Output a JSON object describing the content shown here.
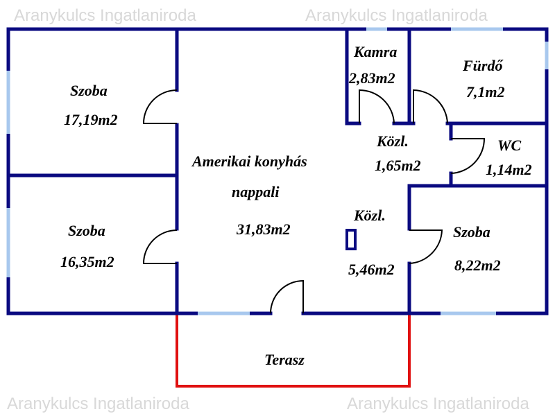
{
  "watermark": "Aranykulcs Ingatlaniroda",
  "rooms": [
    {
      "name": "Szoba",
      "area": "17,19m2"
    },
    {
      "name": "Szoba",
      "area": "16,35m2"
    },
    {
      "name": "Amerikai konyhás",
      "name2": "nappali",
      "area": "31,83m2"
    },
    {
      "name": "Kamra",
      "area": "2,83m2"
    },
    {
      "name": "Fürdő",
      "area": "7,1m2"
    },
    {
      "name": "Közl.",
      "area": "1,65m2"
    },
    {
      "name": "WC",
      "area": "1,14m2"
    },
    {
      "name": "Közl.",
      "area": "5,46m2"
    },
    {
      "name": "Szoba",
      "area": "8,22m2"
    },
    {
      "name": "Terasz"
    }
  ],
  "colors": {
    "wall": "#0a0a80",
    "window": "#a8c8ee",
    "terrace": "#e01010"
  }
}
